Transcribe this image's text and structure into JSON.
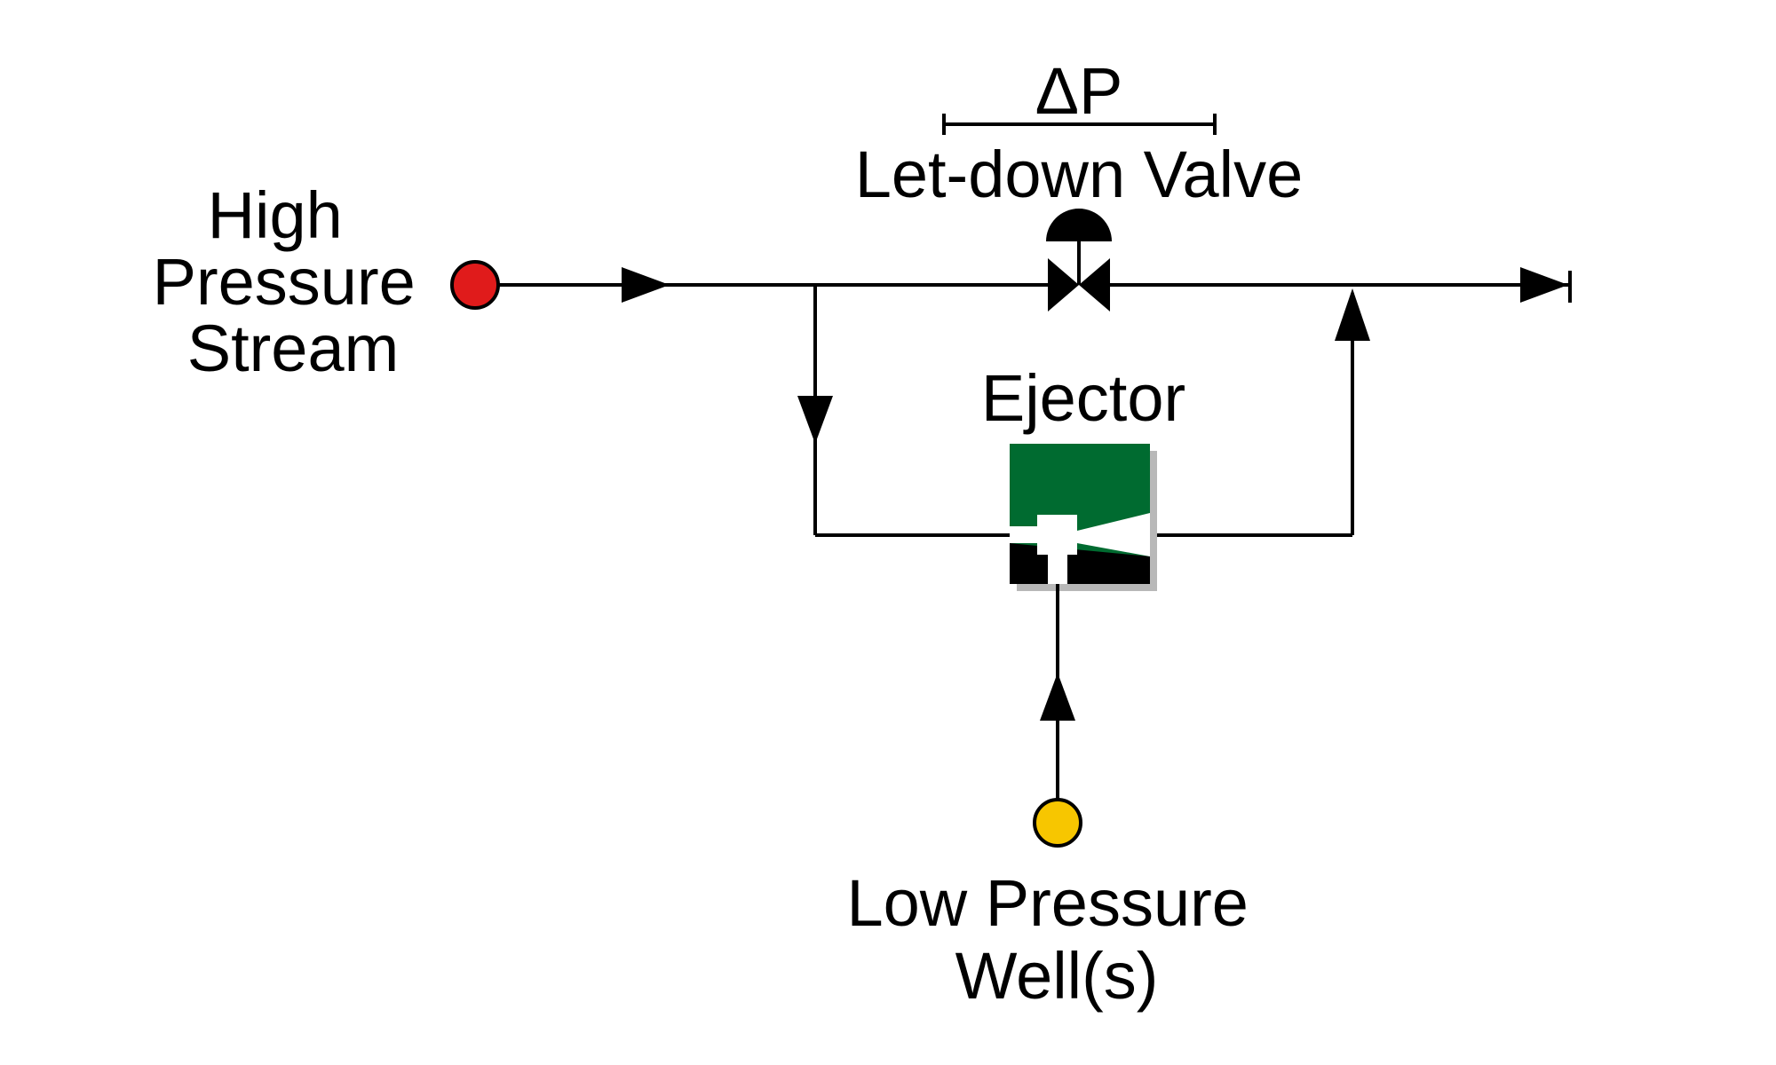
{
  "labels": {
    "delta_p": "ΔP",
    "let_down_valve": "Let-down Valve",
    "high_pressure_stream": [
      "High",
      "Pressure",
      "Stream"
    ],
    "ejector": "Ejector",
    "low_pressure_wells": [
      "Low Pressure",
      "Well(s)"
    ]
  },
  "colors": {
    "high_pressure_source": "#e01b1b",
    "low_pressure_source": "#f7c600",
    "ejector_body": "#006b30",
    "ejector_shadow": "#b8b8b8",
    "line": "#000000"
  },
  "icons": {
    "high_pressure_source": "circle",
    "low_pressure_source": "circle",
    "let_down_valve": "valve-bowtie-with-actuator",
    "ejector": "ejector-block",
    "flow_arrow": "triangle"
  }
}
